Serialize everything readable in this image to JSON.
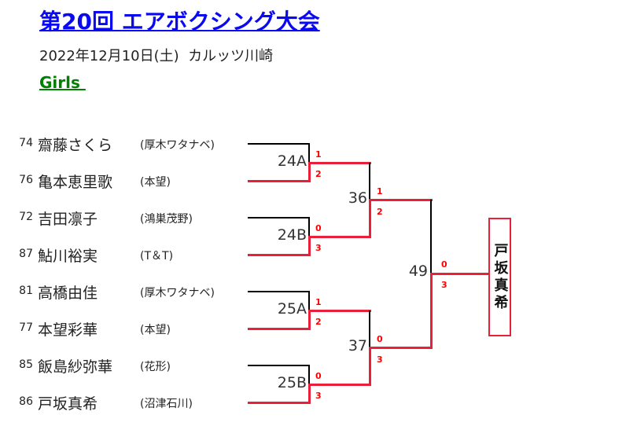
{
  "header": {
    "title": "第20回 エアボクシング大会",
    "date_venue": "2022年12月10日(土)  カルッツ川崎",
    "category": "Girls "
  },
  "players": [
    {
      "seed": "74",
      "name": "齋藤さくら",
      "club": "(厚木ワタナベ)"
    },
    {
      "seed": "76",
      "name": "亀本恵里歌",
      "club": "(本望)"
    },
    {
      "seed": "72",
      "name": "吉田凛子",
      "club": "(鴻巣茂野)"
    },
    {
      "seed": "87",
      "name": "鮎川裕実",
      "club": "(T＆T)"
    },
    {
      "seed": "81",
      "name": "高橋由佳",
      "club": "(厚木ワタナベ)"
    },
    {
      "seed": "77",
      "name": "本望彩華",
      "club": "(本望)"
    },
    {
      "seed": "85",
      "name": "飯島紗弥華",
      "club": "(花形)"
    },
    {
      "seed": "86",
      "name": "戸坂真希",
      "club": "(沼津石川)"
    }
  ],
  "bracket": {
    "round1": [
      {
        "label": "24A",
        "top_score": "1",
        "bottom_score": "2"
      },
      {
        "label": "24B",
        "top_score": "0",
        "bottom_score": "3"
      },
      {
        "label": "25A",
        "top_score": "1",
        "bottom_score": "2"
      },
      {
        "label": "25B",
        "top_score": "0",
        "bottom_score": "3"
      }
    ],
    "round2": [
      {
        "label": "36",
        "top_score": "1",
        "bottom_score": "2"
      },
      {
        "label": "37",
        "top_score": "0",
        "bottom_score": "3"
      }
    ],
    "final": {
      "label": "49",
      "top_score": "0",
      "bottom_score": "3"
    }
  },
  "winner": {
    "name": "戸坂真希"
  },
  "colors": {
    "title": "#0a0af0",
    "category": "#008000",
    "winner_line": "#e8203a",
    "loser_line": "#000000",
    "score": "#ff0000"
  }
}
